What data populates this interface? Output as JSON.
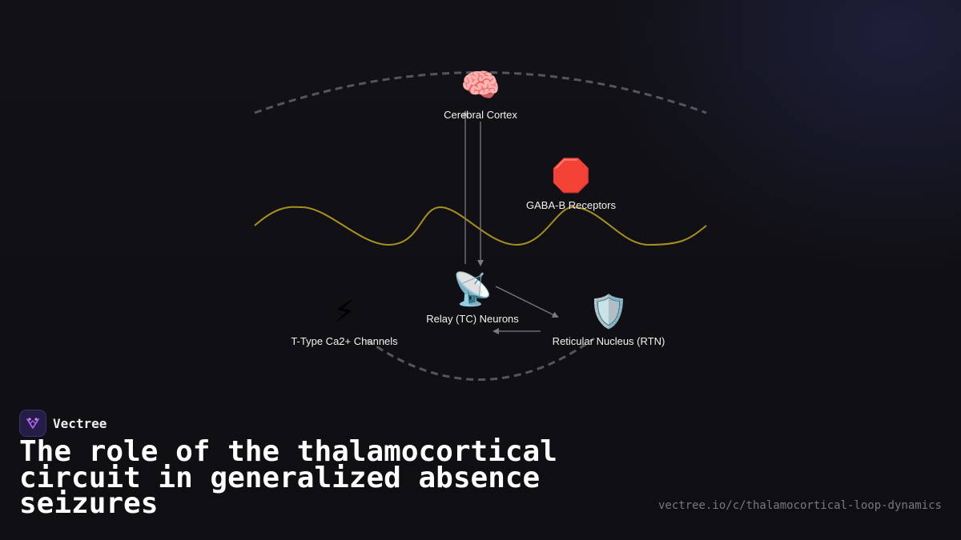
{
  "brand": {
    "name": "Vectree",
    "logo_icon": "vectree-logo-icon",
    "accent": "#b05cf0"
  },
  "title": "The role of the thalamocortical circuit in generalized absence seizures",
  "url": "vectree.io/c/thalamocortical-loop-dynamics",
  "diagram": {
    "nodes": [
      {
        "id": "cortex",
        "label": "Cerebral Cortex",
        "icon": "brain-icon",
        "glyph": "🧠"
      },
      {
        "id": "gaba",
        "label": "GABA-B Receptors",
        "icon": "stop-sign-icon",
        "glyph": "🛑"
      },
      {
        "id": "relay",
        "label": "Relay (TC) Neurons",
        "icon": "satellite-antenna-icon",
        "glyph": "📡"
      },
      {
        "id": "ttype",
        "label": "T-Type Ca2+ Channels",
        "icon": "lightning-icon",
        "glyph": "⚡"
      },
      {
        "id": "rtn",
        "label": "Reticular Nucleus (RTN)",
        "icon": "shield-icon",
        "glyph": "🛡️"
      }
    ],
    "colors": {
      "wave": "#a8901e",
      "arc": "#55555c",
      "arrow": "#7a7a80"
    }
  }
}
